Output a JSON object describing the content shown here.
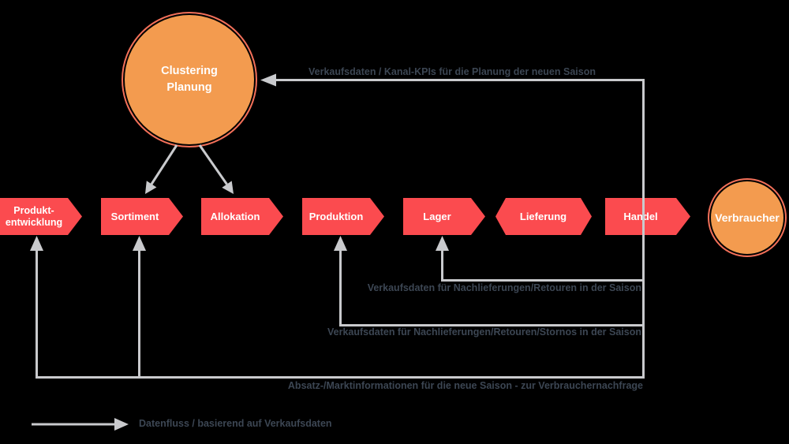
{
  "diagram": {
    "planning_node": {
      "label": "Clustering\nPlanung"
    },
    "consumer_node": {
      "label": "Verbraucher"
    },
    "stages": [
      {
        "label": "Produkt-\nentwicklung"
      },
      {
        "label": "Sortiment"
      },
      {
        "label": "Allokation"
      },
      {
        "label": "Produktion"
      },
      {
        "label": "Lager"
      },
      {
        "label": "Lieferung"
      },
      {
        "label": "Handel"
      }
    ],
    "flow_labels": {
      "to_planning": "Verkaufsdaten / Kanal-KPIs für die Planung der neuen Saison",
      "to_lager": "Verkaufsdaten für Nachlieferungen/Retouren in der Saison",
      "to_produktion": "Verkaufsdaten für Nachlieferungen/Retouren/Stornos in der Saison",
      "to_development": "Absatz-/Marktinformationen für die neue Saison - zur Verbrauchernachfrage"
    },
    "legend": {
      "label": "Datenfluss / basierend auf Verkaufsdaten"
    },
    "colors": {
      "stage_red": "#FB4B4F",
      "node_orange": "#F39B4F",
      "node_ring": "#F37059",
      "connector_gray": "#C9CACD",
      "label_text": "#3C4653",
      "background": "#000000"
    }
  }
}
